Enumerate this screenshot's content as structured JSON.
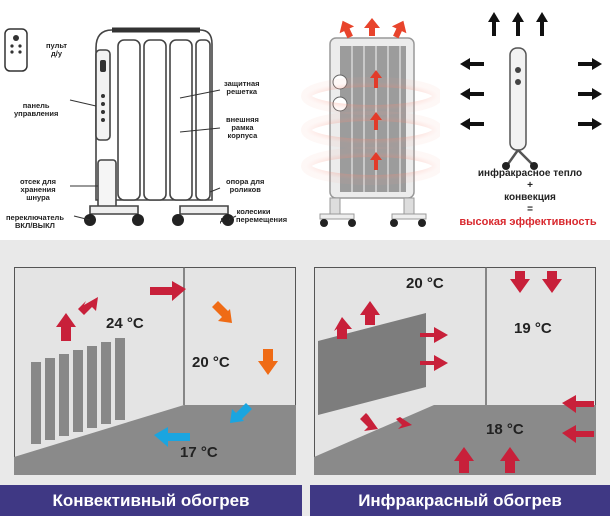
{
  "labels": {
    "remote": "пульт\nд/у",
    "panel": "панель\nуправления",
    "storage": "отсек для\nхранения\nшнура",
    "switch": "переключатель\nВКЛ/ВЫКЛ",
    "grille": "защитная\nрешетка",
    "frame": "внешняя\nрамка\nкорпуса",
    "roller_support": "опора для\nроликов",
    "wheels": "колесики\nдля перемещения"
  },
  "equation": {
    "line1": "инфракрасное тепло",
    "plus": "+",
    "line2": "конвекция",
    "equals": "=",
    "result": "высокая эффективность"
  },
  "convective": {
    "caption": "Конвективный обогрев",
    "t1": "24 °C",
    "t2": "20 °C",
    "t3": "17 °C"
  },
  "infrared": {
    "caption": "Инфракрасный обогрев",
    "t1": "20 °C",
    "t2": "19 °C",
    "t3": "18 °C"
  },
  "colors": {
    "arrow_red": "#c8203a",
    "arrow_orange": "#ef6b15",
    "arrow_blue": "#1aa5e0",
    "caption_bg": "#3f3884",
    "result_text": "#d8282e"
  }
}
